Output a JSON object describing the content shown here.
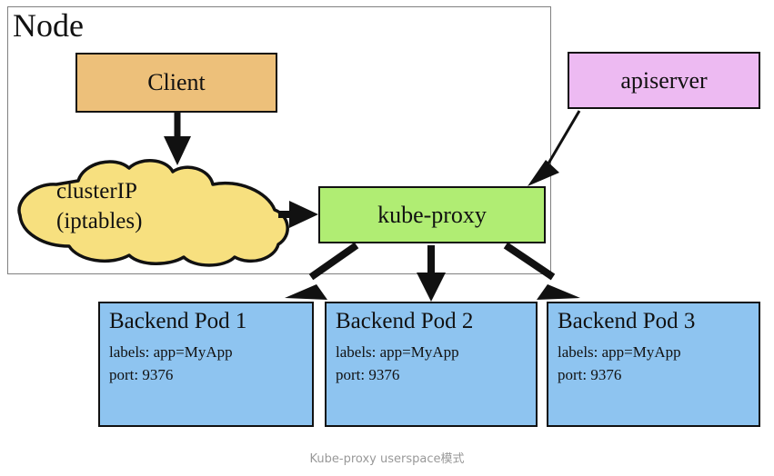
{
  "diagram": {
    "caption": "Kube-proxy userspace模式",
    "node_container": {
      "label": "Node"
    },
    "nodes": {
      "client": {
        "label": "Client",
        "color": "#edc07a"
      },
      "apiserver": {
        "label": "apiserver",
        "color": "#edbaf2"
      },
      "kube_proxy": {
        "label": "kube-proxy",
        "color": "#b0ed73"
      },
      "cluster_ip": {
        "line1": "clusterIP",
        "line2": "(iptables)",
        "color": "#f7e07f"
      }
    },
    "pods": [
      {
        "title": "Backend Pod 1",
        "labels_line": "labels: app=MyApp",
        "port_line": "port: 9376",
        "color": "#8ec4f0"
      },
      {
        "title": "Backend Pod 2",
        "labels_line": "labels: app=MyApp",
        "port_line": "port: 9376",
        "color": "#8ec4f0"
      },
      {
        "title": "Backend Pod 3",
        "labels_line": "labels: app=MyApp",
        "port_line": "port: 9376",
        "color": "#8ec4f0"
      }
    ],
    "edges": [
      {
        "from": "client",
        "to": "cluster_ip"
      },
      {
        "from": "cluster_ip",
        "to": "kube_proxy"
      },
      {
        "from": "apiserver",
        "to": "kube_proxy"
      },
      {
        "from": "kube_proxy",
        "to": "pod1"
      },
      {
        "from": "kube_proxy",
        "to": "pod2"
      },
      {
        "from": "kube_proxy",
        "to": "pod3"
      }
    ],
    "stroke_color": "#111111"
  }
}
